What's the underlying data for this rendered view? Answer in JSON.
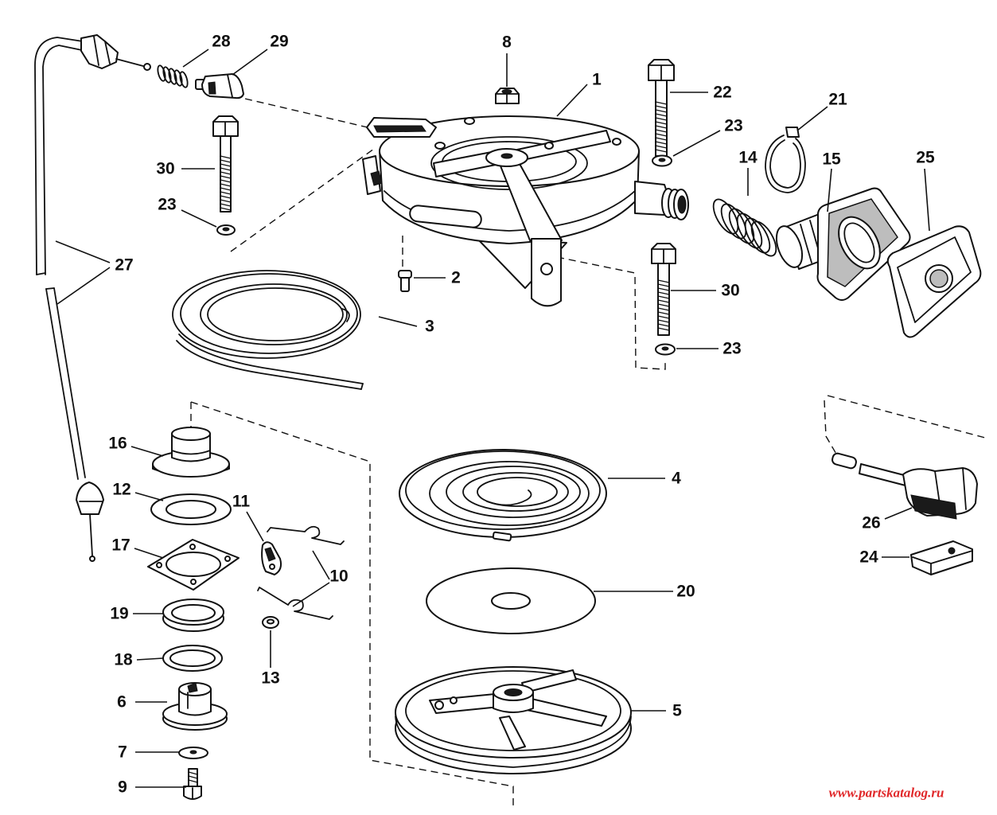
{
  "figure": {
    "part_labels": [
      "28",
      "29",
      "8",
      "1",
      "22",
      "21",
      "23",
      "14",
      "15",
      "25",
      "30",
      "23",
      "27",
      "2",
      "30",
      "3",
      "23",
      "16",
      "4",
      "12",
      "11",
      "26",
      "17",
      "24",
      "10",
      "20",
      "19",
      "18",
      "13",
      "6",
      "5",
      "7",
      "9"
    ],
    "watermark": "www.partskatalog.ru"
  },
  "colors": {
    "line": "#111111",
    "background": "#ffffff",
    "watermark": "#e0282a"
  }
}
